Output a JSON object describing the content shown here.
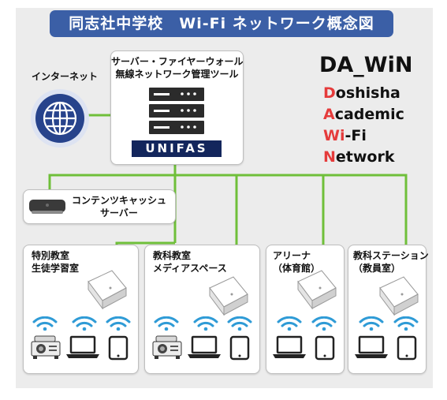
{
  "title": "同志社中学校　Wi-Fi ネットワーク概念図",
  "internet_label": "インターネット",
  "server": {
    "label_line1": "サーバー・ファイヤーウォール",
    "label_line2": "無線ネットワーク管理ツール",
    "brand": "UNIFAS"
  },
  "cache": {
    "label_line1": "コンテンツキャッシュ",
    "label_line2": "サーバー"
  },
  "brand": {
    "name": "DA_WiN",
    "lines": [
      {
        "initial": "D",
        "rest": "oshisha"
      },
      {
        "initial": "A",
        "rest": "cademic"
      },
      {
        "initial": "Wi",
        "rest": "-Fi"
      },
      {
        "initial": "N",
        "rest": "etwork"
      }
    ]
  },
  "rooms": [
    {
      "line1": "特別教室",
      "line2": "生徒学習室"
    },
    {
      "line1": "教科教室",
      "line2": "メディアスペース"
    },
    {
      "line1": "アリーナ",
      "line2": "（体育館）"
    },
    {
      "line1": "教科ステーション",
      "line2": "（教員室）"
    }
  ],
  "colors": {
    "title_bg": "#3b5fa6",
    "network_line": "#6fbf3a",
    "wifi_icon": "#2f9bd6",
    "brand_accent": "#e53b3b"
  },
  "icons": [
    "globe-icon",
    "server-rack-icon",
    "mac-mini-icon",
    "access-point-icon",
    "wifi-icon",
    "projector-icon",
    "laptop-icon",
    "tablet-icon"
  ]
}
